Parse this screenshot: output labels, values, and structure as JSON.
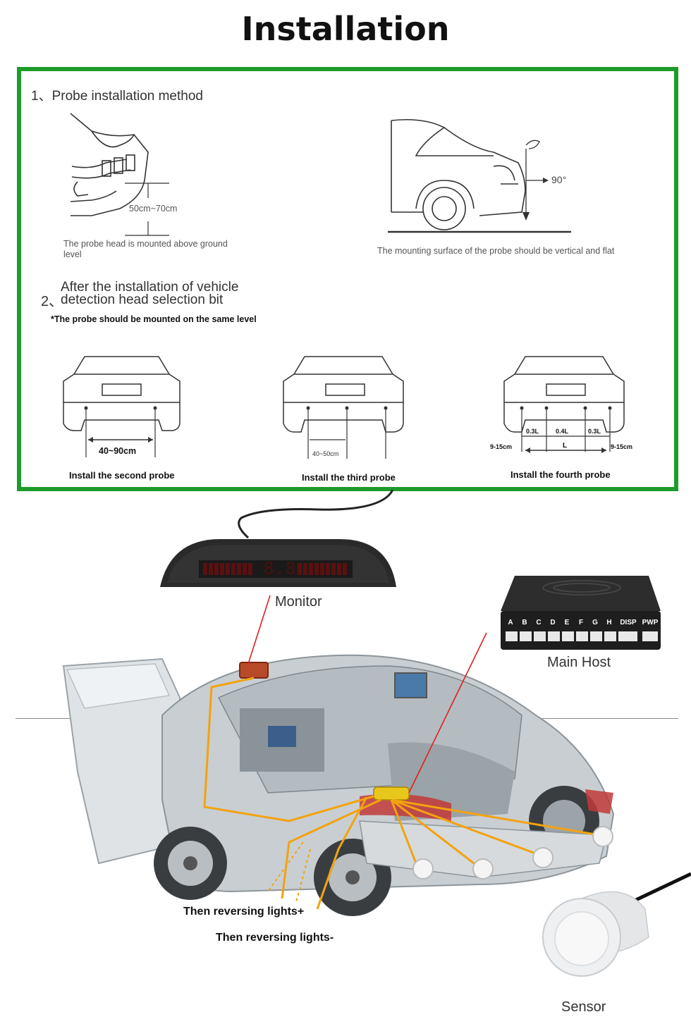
{
  "page_title": "Installation",
  "section1": {
    "heading": "1、Probe installation method",
    "height_label": "50cm~70cm",
    "left_caption": "The probe head is mounted above ground level",
    "angle_label": "90°",
    "right_caption": "The mounting surface of the probe should be vertical and flat"
  },
  "section2": {
    "number": "2、",
    "heading_line1": "After the installation of vehicle",
    "heading_line2": "detection head selection bit",
    "note": "*The probe should be mounted on the same level",
    "car1": {
      "measure": "40~90cm",
      "caption": "Install the second probe"
    },
    "car2": {
      "measure": "40~50cm",
      "caption": "Install the third probe"
    },
    "car3": {
      "caption": "Install the fourth probe",
      "left_edge": "9-15cm",
      "right_edge": "9-15cm",
      "seg_a": "0.3L",
      "seg_b": "0.4L",
      "seg_c": "0.3L",
      "total": "L"
    }
  },
  "components": {
    "monitor_label": "Monitor",
    "monitor_display": "8.8",
    "host_label": "Main Host",
    "host_ports": [
      "A",
      "B",
      "C",
      "D",
      "E",
      "F",
      "G",
      "H",
      "DISP",
      "PWP"
    ],
    "sensor_label": "Sensor",
    "wire1_label": "Then reversing lights+",
    "wire2_label": "Then reversing lights-"
  },
  "colors": {
    "frame": "#1e9b2a",
    "wire": "#f2a30f",
    "pointer": "#e02020"
  }
}
